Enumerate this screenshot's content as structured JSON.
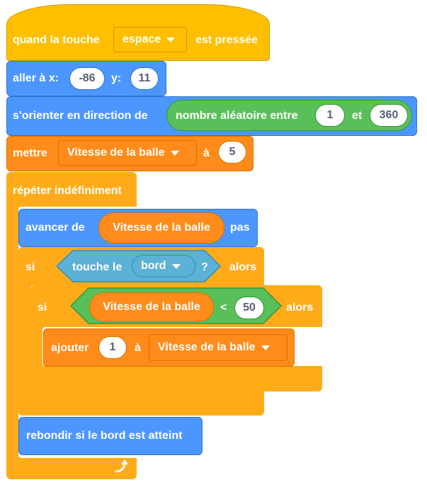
{
  "script": {
    "when_key": {
      "prefix": "quand la touche",
      "key": "espace",
      "suffix": "est pressée"
    },
    "goto": {
      "label_x": "aller à x:",
      "x": "-86",
      "label_y": "y:",
      "y": "11"
    },
    "point_dir": {
      "label": "s'orienter en direction de",
      "random_label": "nombre aléatoire entre",
      "from": "1",
      "and": "et",
      "to": "360"
    },
    "set_var": {
      "label": "mettre",
      "variable": "Vitesse de la balle",
      "to": "à",
      "value": "5"
    },
    "forever": {
      "label": "répéter indéfiniment"
    },
    "move": {
      "label": "avancer de",
      "variable": "Vitesse de la balle",
      "suffix": "pas"
    },
    "if_edge": {
      "if": "si",
      "sensing": "touche le",
      "target": "bord",
      "question": "?",
      "then": "alors"
    },
    "if_speed": {
      "if": "si",
      "variable": "Vitesse de la balle",
      "op": "<",
      "value": "50",
      "then": "alors"
    },
    "change_var": {
      "label": "ajouter",
      "value": "1",
      "to": "à",
      "variable": "Vitesse de la balle"
    },
    "bounce": {
      "label": "rebondir si le bord est atteint"
    }
  },
  "colors": {
    "events": "#FFBF00",
    "motion": "#4C97FF",
    "control": "#FFAB19",
    "variables": "#FF8C1A",
    "operators": "#59C059",
    "sensing": "#5CB1D6"
  },
  "icons": {
    "loop_arrow": "loop-arrow-icon",
    "dropdown": "chevron-down-icon"
  }
}
